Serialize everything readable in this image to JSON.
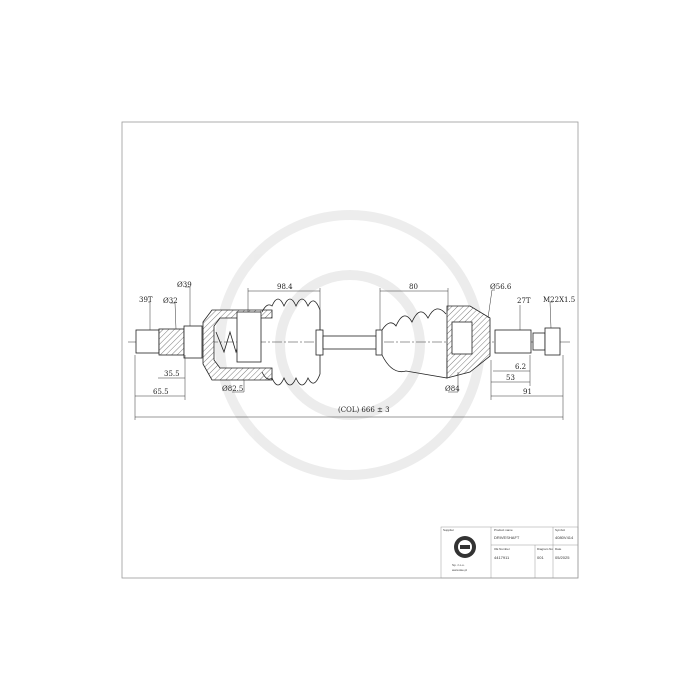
{
  "drawing": {
    "dimensions": {
      "spline_left": "39T",
      "d32": "Ø32",
      "d39": "Ø39",
      "l98": "98.4",
      "l80": "80",
      "d566": "Ø56.6",
      "spline_right": "27T",
      "thread": "M22X1.5",
      "l355": "35.5",
      "l655": "65.5",
      "d825": "Ø82.5",
      "d84": "Ø84",
      "l62": "6.2",
      "l53": "53",
      "l91": "91",
      "total": "(COL) 666 ± 3"
    }
  },
  "title_block": {
    "supplier_label": "Supplier",
    "address": [
      "Sp. z o.o.",
      "www.ske.pl"
    ],
    "product_name_label": "Product name",
    "product_name": "DRIVESHAFT",
    "symbol_label": "Symbol",
    "symbol": "4080V414",
    "oe_label": "OE Number",
    "oe": "4417911",
    "diagram_label": "Diagram No",
    "diagram": "001",
    "date_label": "Date",
    "date": "05/2025"
  }
}
